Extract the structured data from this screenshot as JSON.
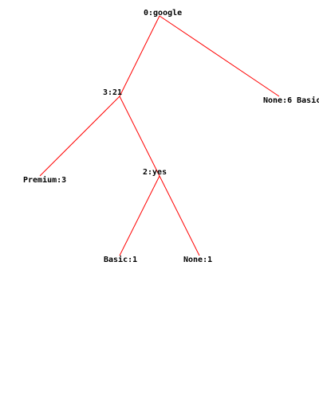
{
  "colors": {
    "background": "#ffffff",
    "edge": "#ff0000",
    "text": "#000000"
  },
  "tree": {
    "nodes": [
      {
        "id": "root",
        "label": "0:google"
      },
      {
        "id": "n-3-21",
        "label": "3:21"
      },
      {
        "id": "leaf-none-6-basic",
        "label": "None:6 Basic"
      },
      {
        "id": "leaf-premium-3",
        "label": "Premium:3"
      },
      {
        "id": "n-2-yes",
        "label": "2:yes"
      },
      {
        "id": "leaf-basic-1",
        "label": "Basic:1"
      },
      {
        "id": "leaf-none-1",
        "label": "None:1"
      }
    ],
    "edges": [
      {
        "from": "root",
        "to": "n-3-21"
      },
      {
        "from": "root",
        "to": "leaf-none-6-basic"
      },
      {
        "from": "n-3-21",
        "to": "leaf-premium-3"
      },
      {
        "from": "n-3-21",
        "to": "n-2-yes"
      },
      {
        "from": "n-2-yes",
        "to": "leaf-basic-1"
      },
      {
        "from": "n-2-yes",
        "to": "leaf-none-1"
      }
    ]
  }
}
